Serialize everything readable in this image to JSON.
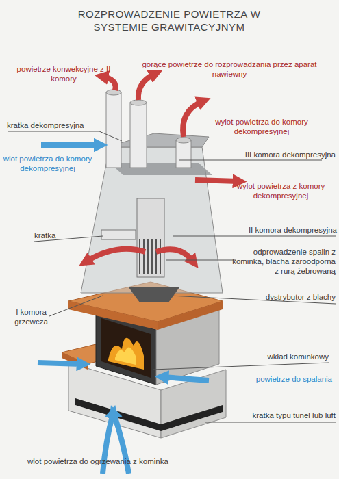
{
  "diagram": {
    "title": "ROZPROWADZENIE POWIETRZA W SYSTEMIE GRAWITACYJNYM",
    "labels": [
      "powietrze konwekcyjne z II komory",
      "gorące powietrze do rozprowadzania przez aparat nawiewny",
      "kratka dekompresyjna",
      "wylot powietrza do komory dekompresyjnej",
      "wlot powietrza do komory dekompresyjnej",
      "III komora dekompresyjna",
      "wylot powietrza z komory dekompresyjnej",
      "kratka",
      "II komora dekompresyjna",
      "odprowadzenie spalin z kominka, blacha żaroodporna z rurą żebrowaną",
      "I komora grzewcza",
      "dystrybutor z blachy",
      "wkład kominkowy",
      "powietrze do spalania",
      "kratka typu tunel lub luft",
      "wlot powietrza do ogrzewania z kominka"
    ]
  }
}
